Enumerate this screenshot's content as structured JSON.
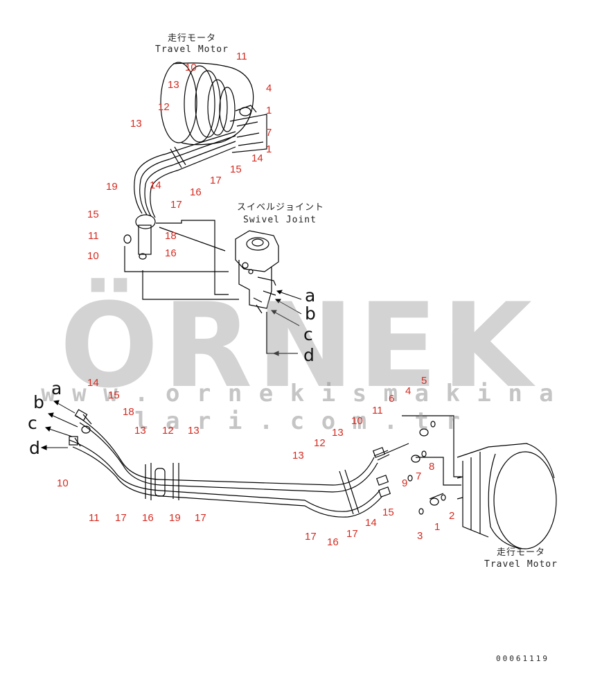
{
  "captions": {
    "travel_motor_top_jp": "走行モータ",
    "travel_motor_top_en": "Travel Motor",
    "swivel_joint_jp": "スイベルジョイント",
    "swivel_joint_en": "Swivel Joint",
    "travel_motor_bottom_jp": "走行モータ",
    "travel_motor_bottom_en": "Travel Motor"
  },
  "watermark": {
    "brand": "ÖRNEK",
    "url": "w w w . o r n e k i s m a k i n a l a r i . c o m . t r"
  },
  "ports": [
    "a",
    "b",
    "c",
    "d",
    "a",
    "b",
    "c",
    "d"
  ],
  "part_labels": [
    "11",
    "10",
    "13",
    "4",
    "12",
    "1",
    "13",
    "7",
    "1",
    "14",
    "15",
    "17",
    "16",
    "17",
    "19",
    "14",
    "15",
    "18",
    "11",
    "16",
    "10",
    "14",
    "15",
    "18",
    "13",
    "12",
    "13",
    "10",
    "11",
    "6",
    "4",
    "5",
    "13",
    "12",
    "13",
    "8",
    "9",
    "7",
    "10",
    "11",
    "17",
    "16",
    "19",
    "17",
    "15",
    "14",
    "17",
    "16",
    "17",
    "2",
    "1",
    "3"
  ],
  "document_number": "00061119",
  "colors": {
    "label": "#d42a20",
    "line": "#000000"
  }
}
